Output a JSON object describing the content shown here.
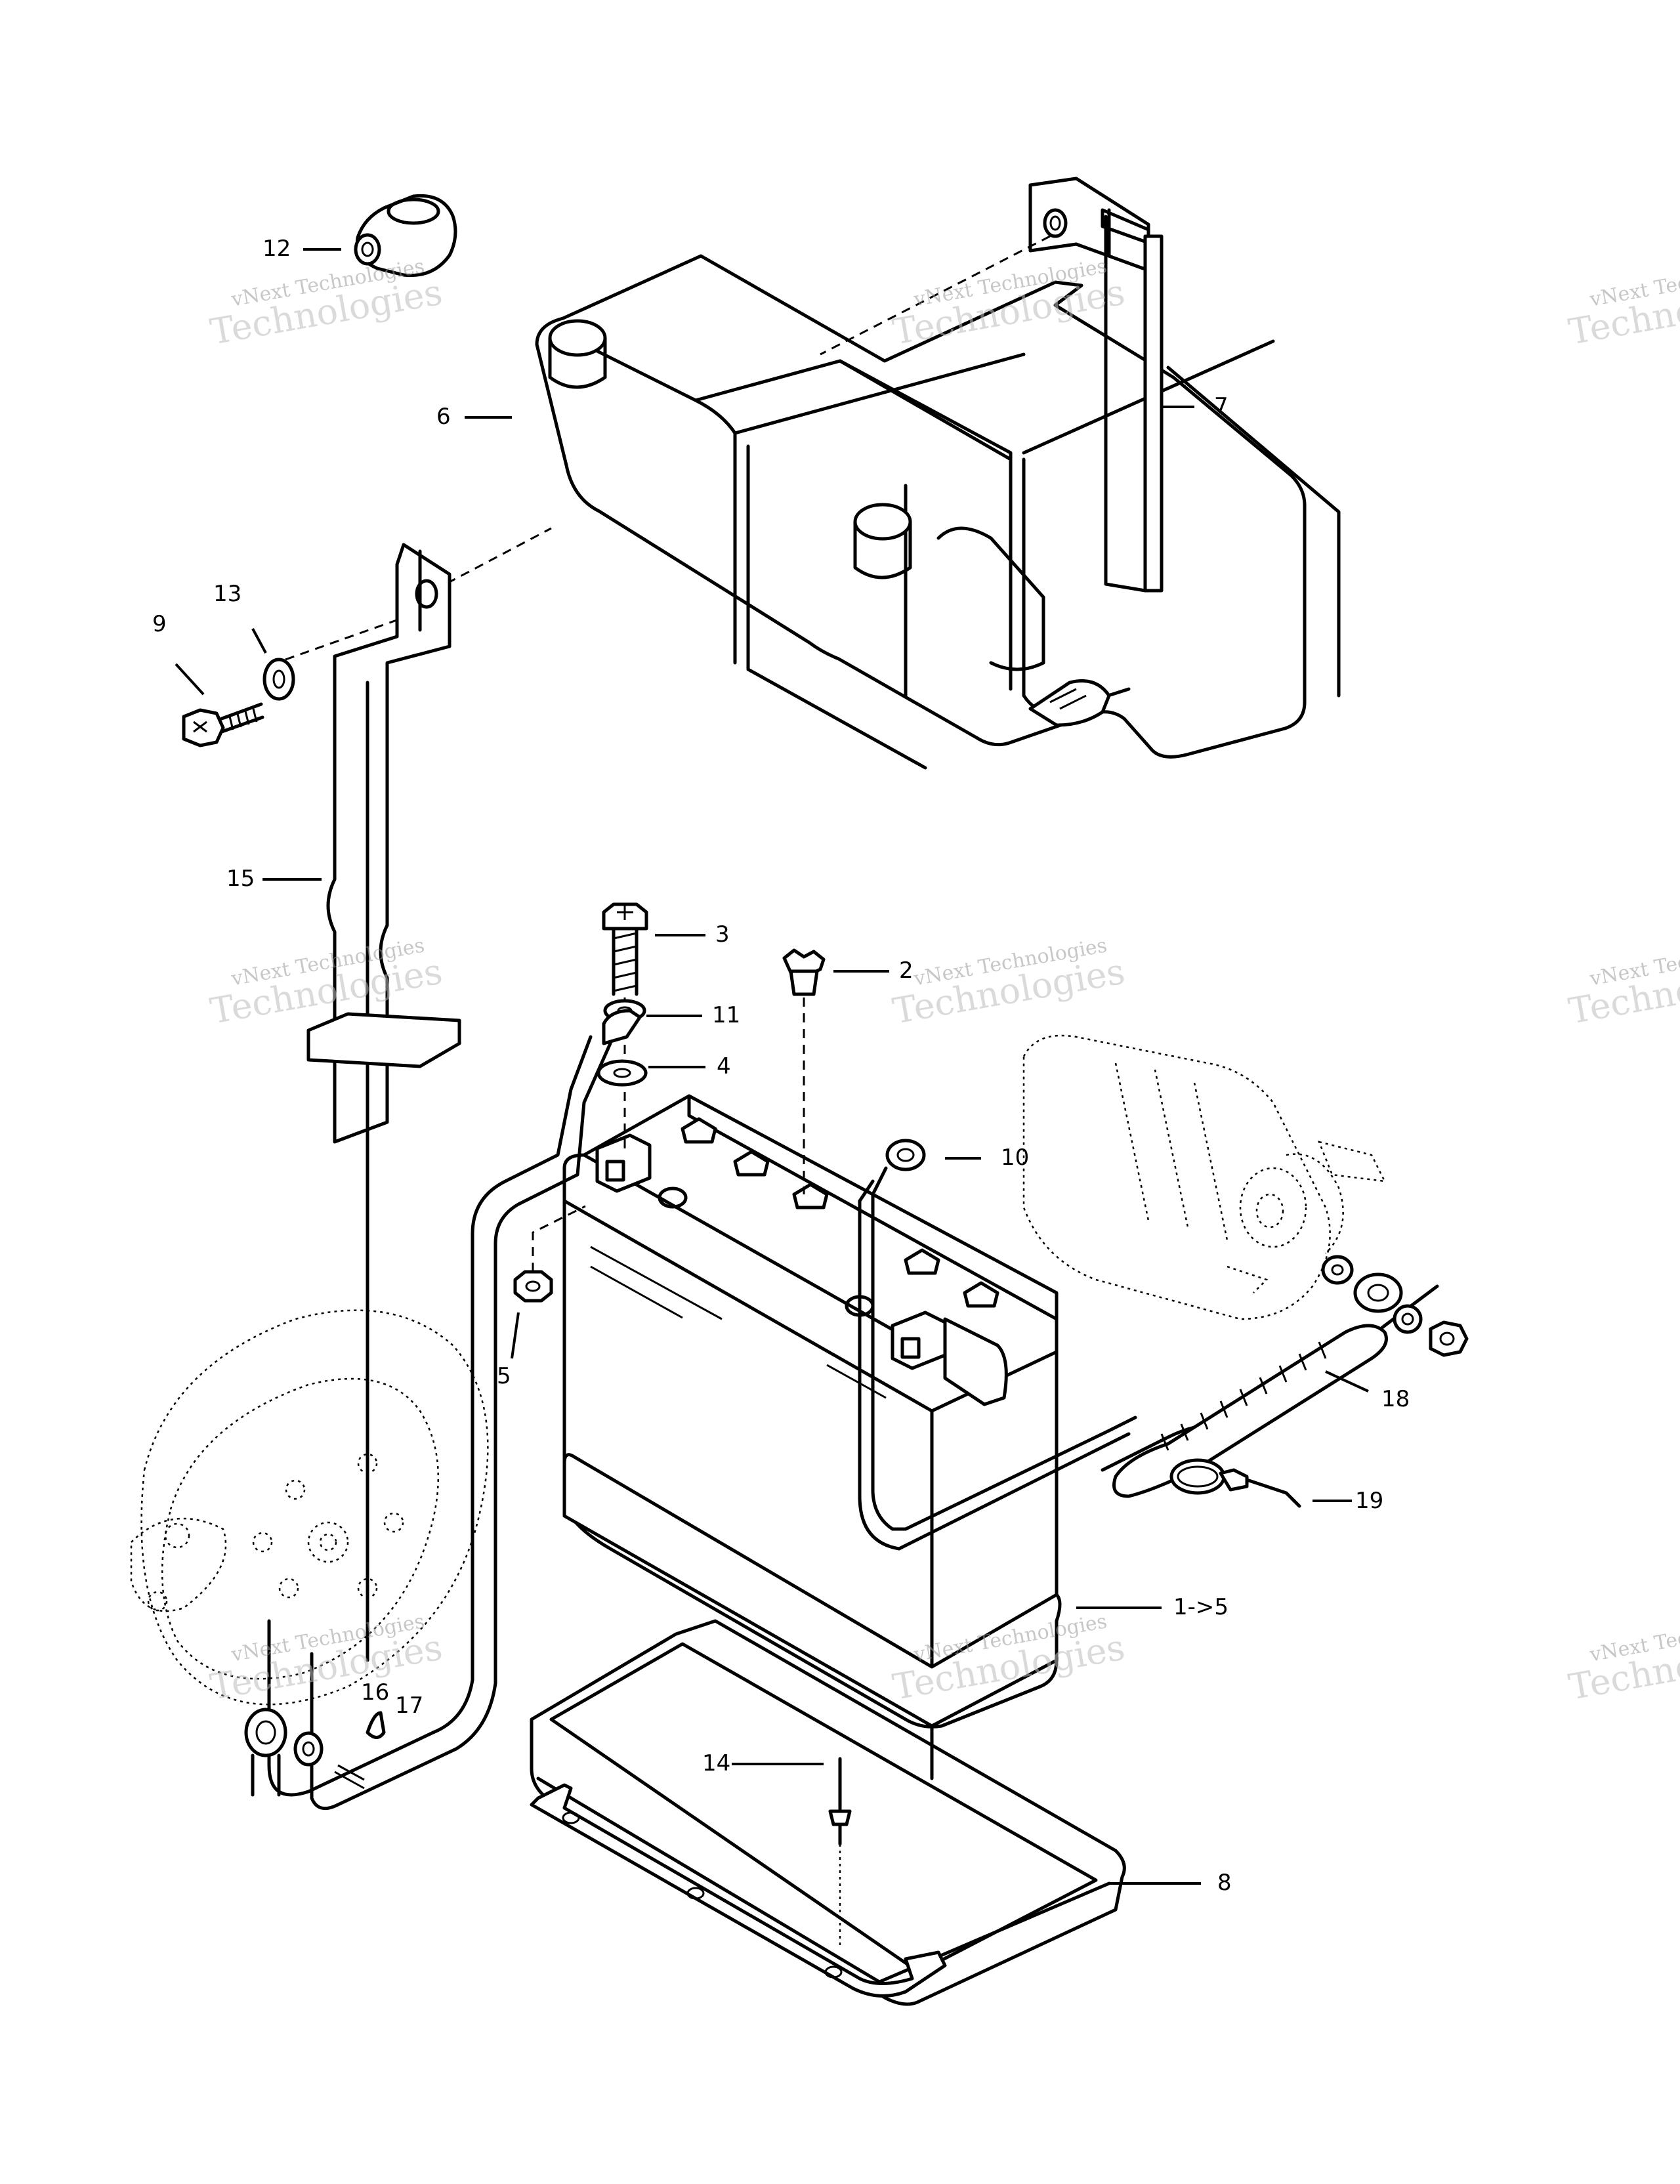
{
  "watermark": {
    "line1": "vNext Technologies",
    "line2": "Technologies",
    "faded": "vNext"
  },
  "callouts": [
    {
      "id": "12",
      "label": "12"
    },
    {
      "id": "6",
      "label": "6"
    },
    {
      "id": "7",
      "label": "7"
    },
    {
      "id": "13",
      "label": "13"
    },
    {
      "id": "9",
      "label": "9"
    },
    {
      "id": "15",
      "label": "15"
    },
    {
      "id": "3",
      "label": "3"
    },
    {
      "id": "2",
      "label": "2"
    },
    {
      "id": "11",
      "label": "11"
    },
    {
      "id": "4",
      "label": "4"
    },
    {
      "id": "10",
      "label": "10"
    },
    {
      "id": "5",
      "label": "5"
    },
    {
      "id": "18",
      "label": "18"
    },
    {
      "id": "19",
      "label": "19"
    },
    {
      "id": "1-5",
      "label": "1->5"
    },
    {
      "id": "16",
      "label": "16"
    },
    {
      "id": "17",
      "label": "17"
    },
    {
      "id": "14",
      "label": "14"
    },
    {
      "id": "8",
      "label": "8"
    }
  ]
}
